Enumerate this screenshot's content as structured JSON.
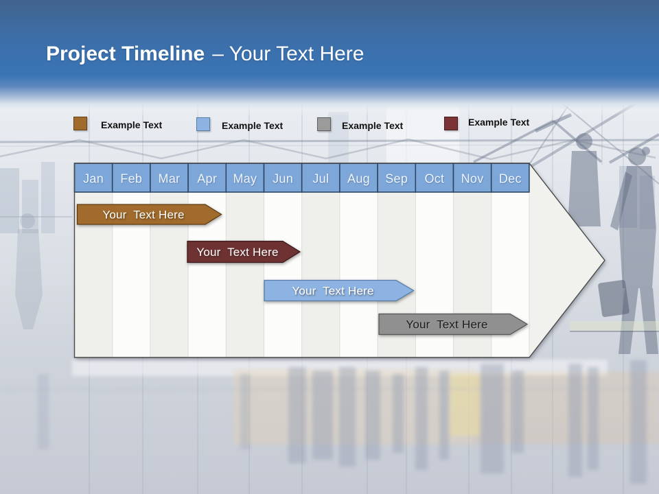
{
  "title": {
    "bold": "Project Timeline",
    "rest": "– Your Text Here"
  },
  "legend": {
    "items": [
      {
        "label": "Example Text",
        "color": "#a06b2c",
        "border": "#63401a"
      },
      {
        "label": "Example Text",
        "color": "#8db3e2",
        "border": "#567da6"
      },
      {
        "label": "Example Text",
        "color": "#9b9b9b",
        "border": "#5e5e5e"
      },
      {
        "label": "Example Text",
        "color": "#7b3335",
        "border": "#441f1e"
      }
    ]
  },
  "timeline": {
    "months": [
      "Jan",
      "Feb",
      "Mar",
      "Apr",
      "May",
      "Jun",
      "Jul",
      "Aug",
      "Sep",
      "Oct",
      "Nov",
      "Dec"
    ],
    "header_fill": "#7da7d9",
    "header_divider": "#2d4763",
    "header_text_color": "#eff4fb",
    "bars": [
      {
        "label": "Your  Text Here",
        "fill": "#a06b2c",
        "stroke": "#5f3c13",
        "text_color": "#ffffff",
        "start": "Jan",
        "end": "Apr"
      },
      {
        "label": "Your  Text Here",
        "fill": "#6e3233",
        "stroke": "#3a1a1a",
        "text_color": "#ffffff",
        "start": "Apr",
        "end": "May"
      },
      {
        "label": "Your  Text Here",
        "fill": "#8db3e2",
        "stroke": "#567da6",
        "text_color": "#ffffff",
        "start": "Jun",
        "end": "Sep"
      },
      {
        "label": "Your  Text Here",
        "fill": "#909090",
        "stroke": "#565656",
        "text_color": "#1a1a1a",
        "start": "Sep",
        "end": "Dec"
      }
    ]
  }
}
